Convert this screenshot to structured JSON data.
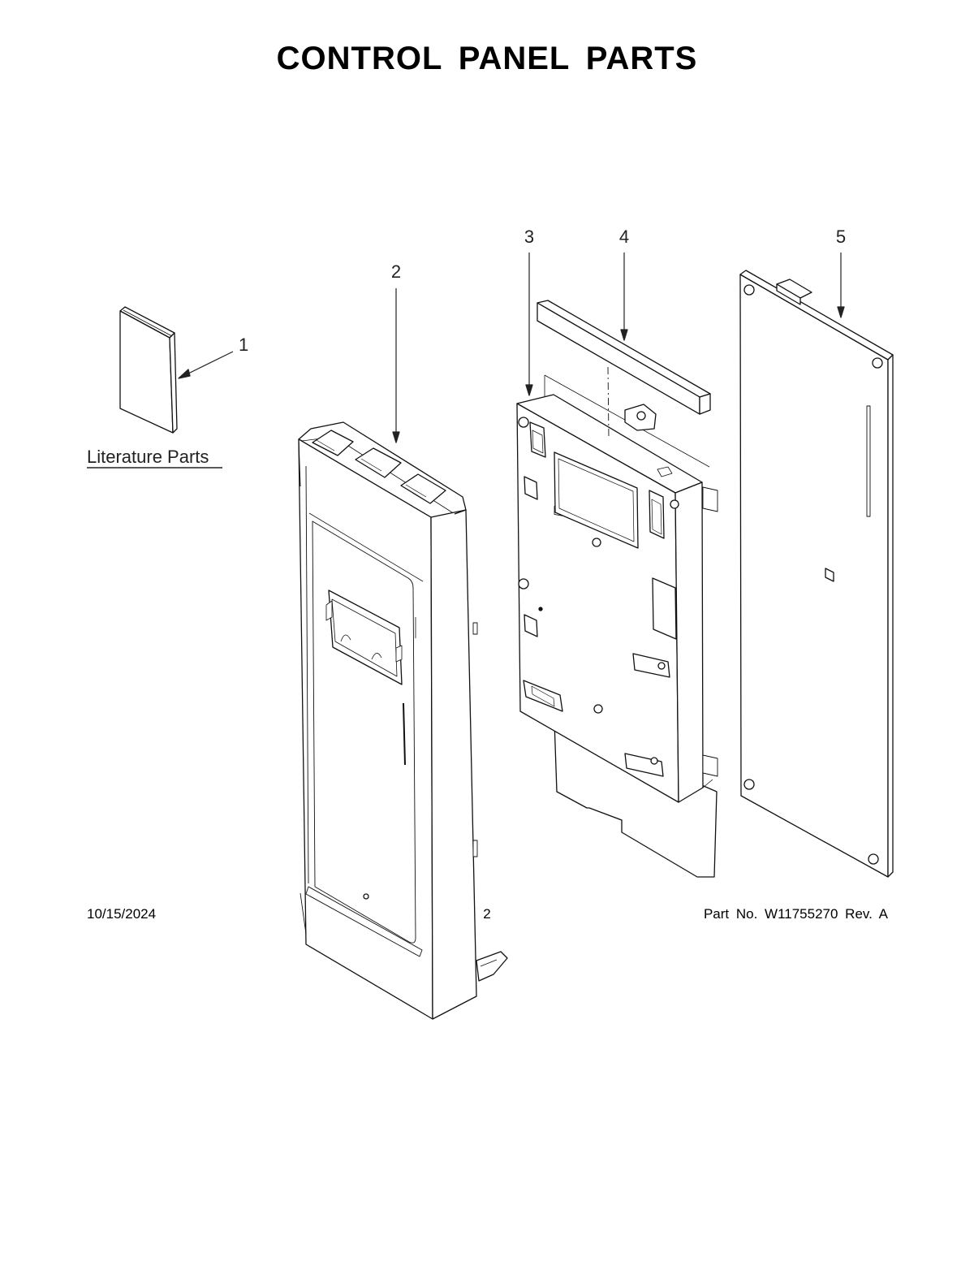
{
  "title": "CONTROL PANEL PARTS",
  "callouts": [
    "1",
    "2",
    "3",
    "4",
    "5"
  ],
  "literature_label": "Literature Parts",
  "footer": {
    "date": "10/15/2024",
    "page": "2",
    "part_number": "Part No.  W11755270  Rev.  A"
  }
}
